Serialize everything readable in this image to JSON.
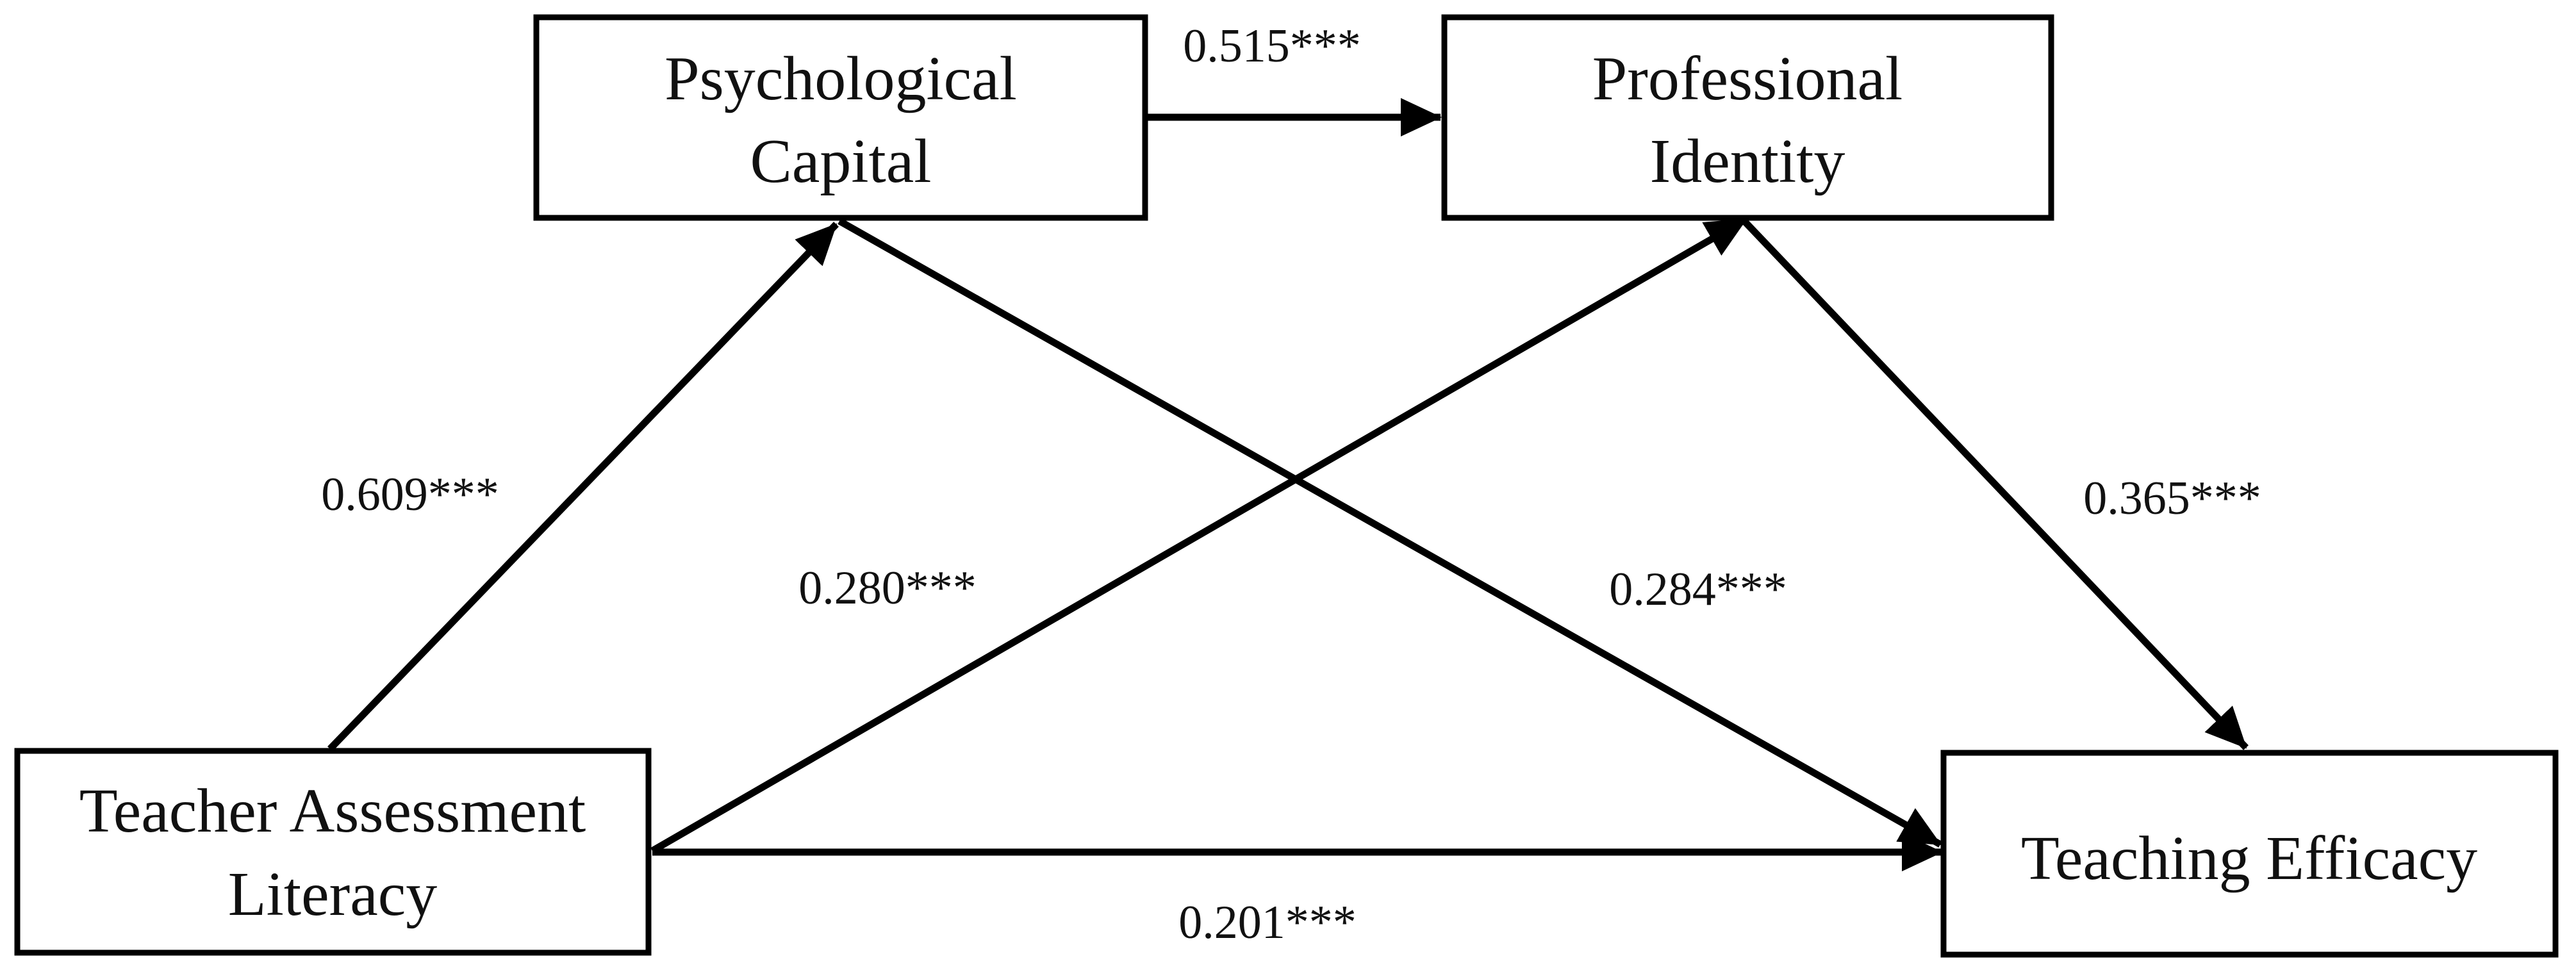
{
  "nodes": {
    "psychological_capital": {
      "line1": "Psychological",
      "line2": "Capital"
    },
    "professional_identity": {
      "line1": "Professional",
      "line2": "Identity"
    },
    "teacher_assessment_literacy": {
      "line1": "Teacher Assessment",
      "line2": "Literacy"
    },
    "teaching_efficacy": {
      "line1": "Teaching Efficacy"
    }
  },
  "edges": {
    "psycap_to_profid": {
      "label": "0.515***"
    },
    "tal_to_psycap": {
      "label": "0.609***"
    },
    "tal_to_profid": {
      "label": "0.280***"
    },
    "psycap_to_efficacy": {
      "label": "0.284***"
    },
    "profid_to_efficacy": {
      "label": "0.365***"
    },
    "tal_to_efficacy": {
      "label": "0.201***"
    }
  },
  "colors": {
    "line": "#000000",
    "text": "#111111",
    "background": "#ffffff"
  }
}
